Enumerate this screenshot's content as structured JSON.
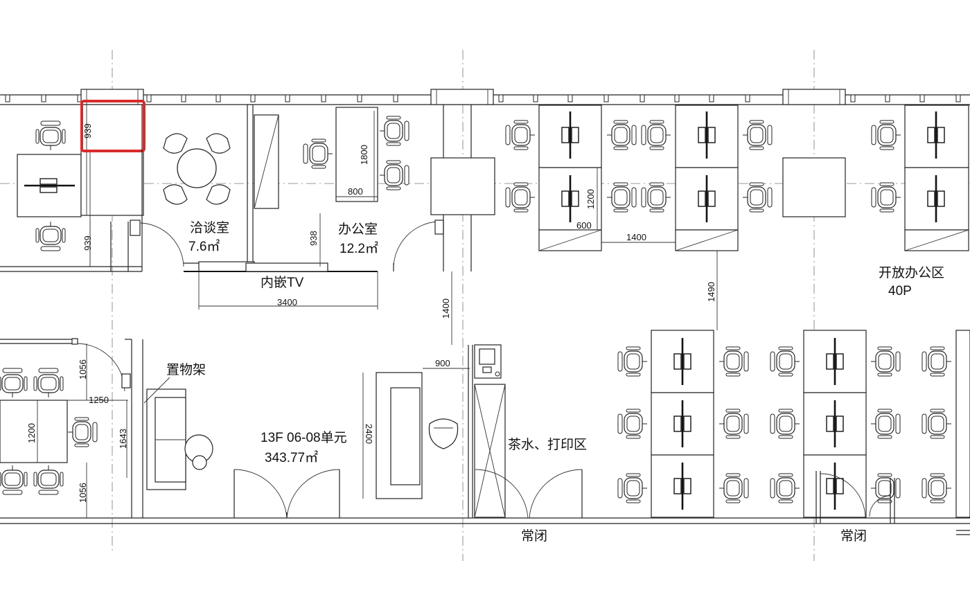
{
  "rooms": {
    "meeting_name": "洽谈室",
    "meeting_area": "7.6㎡",
    "office_name": "办公室",
    "office_area": "12.2㎡",
    "open_name": "开放办公区",
    "open_capacity": "40P",
    "unit_name": "13F 06-08单元",
    "unit_area": "343.77㎡",
    "pantry_name": "茶水、打印区"
  },
  "labels": {
    "tv": "内嵌TV",
    "shelf": "置物架",
    "closed_1": "常闭",
    "closed_2": "常闭"
  },
  "dimensions": {
    "d939_top": "939",
    "d939_bottom": "939",
    "d1800": "1800",
    "d800": "800",
    "d938": "938",
    "d3400": "3400",
    "d1200_top": "1200",
    "d600": "600",
    "d1400_h": "1400",
    "d1490": "1490",
    "d1400_v": "1400",
    "d900": "900",
    "d1056_top": "1056",
    "d1250": "1250",
    "d1200_left": "1200",
    "d1643": "1643",
    "d1056_bottom": "1056",
    "d2400": "2400"
  },
  "highlight_color": "#d92b2b"
}
